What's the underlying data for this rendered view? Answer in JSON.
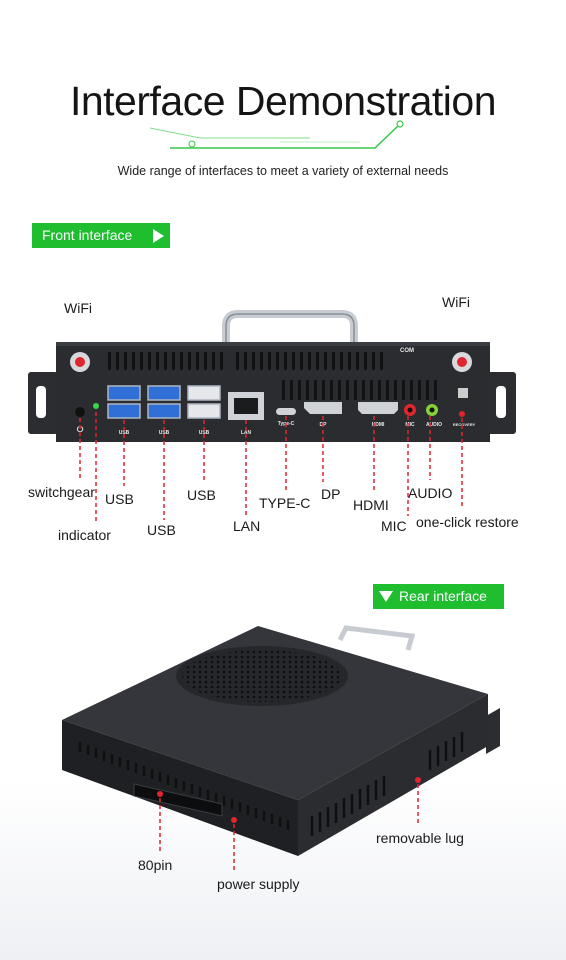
{
  "header": {
    "title": "Interface Demonstration",
    "subtitle": "Wide range of interfaces to meet a variety of external needs"
  },
  "front": {
    "tag": "Front interface",
    "panel_labels": {
      "com": "COM",
      "usb": "USB",
      "lan": "LAN",
      "typec": "Type-C",
      "dp": "DP",
      "hdmi": "HDMI",
      "mic": "MIC",
      "audio": "AUDIO",
      "recovery": "RECOVERY"
    },
    "callouts": {
      "wifi_left": "WiFi",
      "wifi_right": "WiFi",
      "switchgear": "switchgear",
      "indicator": "indicator",
      "usb_1": "USB",
      "usb_2": "USB",
      "usb_3": "USB",
      "lan": "LAN",
      "typec": "TYPE-C",
      "dp": "DP",
      "hdmi": "HDMI",
      "mic": "MIC",
      "audio": "AUDIO",
      "restore": "one-click restore"
    }
  },
  "rear": {
    "tag": "Rear interface",
    "callouts": {
      "lug": "removable lug",
      "pin": "80pin",
      "power": "power supply"
    }
  },
  "colors": {
    "accent_green": "#1fbe2f",
    "callout_red": "#e0262d",
    "chassis": "#2a2c30"
  }
}
